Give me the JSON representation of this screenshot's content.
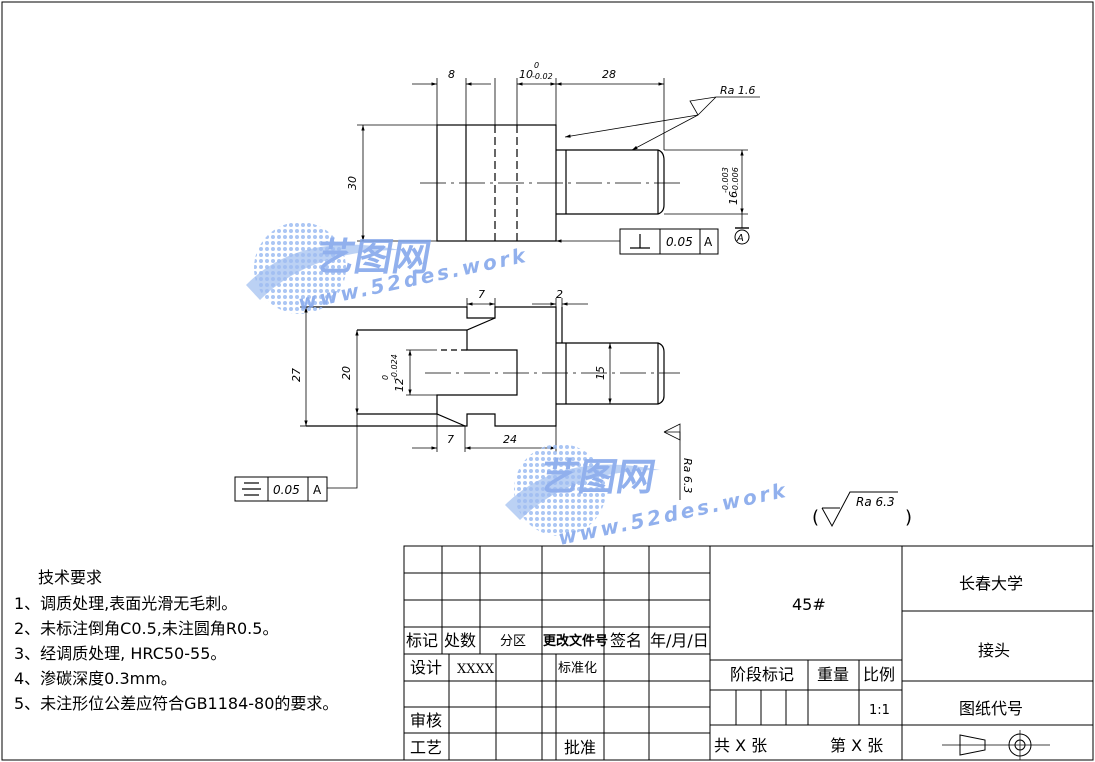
{
  "dimensions": {
    "top_8": "8",
    "top_10": "10",
    "top_10_up": "0",
    "top_10_low": "-0.02",
    "top_28": "28",
    "height_30": "30",
    "shaft_16": "16",
    "shaft_16_up": "-0.003",
    "shaft_16_low": "-0.006",
    "mid_7": "7",
    "mid_2": "2",
    "h_27": "27",
    "h_20": "20",
    "slot_12": "12",
    "slot_12_up": "0",
    "slot_12_low": "-0.024",
    "dia_15": "15",
    "bot_7": "7",
    "bot_24": "24"
  },
  "surface_finish": {
    "ra_top": "Ra 1.6",
    "ra_side": "Ra 6.3",
    "ra_general": "Ra 6.3"
  },
  "tolerance_frames": {
    "perp_value": "0.05",
    "perp_datum": "A",
    "sym_value": "0.05",
    "sym_datum": "A",
    "datum_label": "A"
  },
  "watermark": {
    "text_cn": "艺图网",
    "text_url": "www.52des.work"
  },
  "tech_requirements": {
    "title": "技术要求",
    "items": [
      "1、调质处理,表面光滑无毛刺。",
      "2、未标注倒角C0.5,未注圆角R0.5。",
      "3、经调质处理, HRC50-55。",
      "4、渗碳深度0.3mm。",
      "5、未注形位公差应符合GB1184-80的要求。"
    ]
  },
  "title_block": {
    "biaoji": "标记",
    "chushu": "处数",
    "fenqu": "分区",
    "genggai": "更改文件号",
    "qianming": "签名",
    "date": "年/月/日",
    "sheji": "设计",
    "designer": "XXXX",
    "biaozhunhua": "标准化",
    "shenhe": "审核",
    "gongyi": "工艺",
    "pizhun": "批准",
    "material": "45#",
    "jieduan": "阶段标记",
    "zhongliang": "重量",
    "bili": "比例",
    "scale": "1:1",
    "sheets": "共 X 张",
    "sheet_no": "第 X 张",
    "university": "长春大学",
    "part_name": "接头",
    "drawing_no": "图纸代号"
  }
}
